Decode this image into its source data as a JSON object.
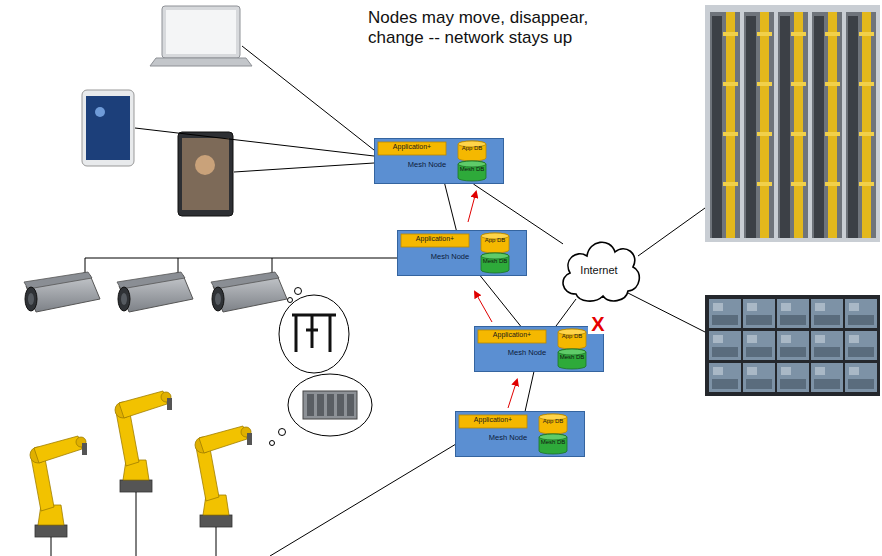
{
  "diagram": {
    "nodes": [
      {
        "text": [
          "Application+",
          "Mesh Node",
          "App DB",
          "Mesh DB"
        ]
      },
      {
        "text": [
          "Application+",
          "Mesh Node",
          "App DB",
          "Mesh DB"
        ]
      },
      {
        "text": [
          "Application+",
          "Mesh Node",
          "App DB",
          "Mesh DB"
        ]
      },
      {
        "text": [
          "Application+",
          "Mesh Node",
          "App DB",
          "Mesh DB"
        ]
      },
      {
        "text": [
          "Internet"
        ]
      }
    ],
    "edges": [
      {
        "from": 0,
        "to": 1,
        "arrow": "none"
      },
      {
        "from": 1,
        "to": 2,
        "arrow": "none"
      },
      {
        "from": 2,
        "to": 3,
        "arrow": "none"
      },
      {
        "from": 0,
        "to": 4,
        "arrow": "none"
      },
      {
        "from": 2,
        "to": 4,
        "arrow": "none"
      }
    ],
    "labels": [
      "Nodes may move, disappear, change -- network stays up",
      "X"
    ]
  }
}
